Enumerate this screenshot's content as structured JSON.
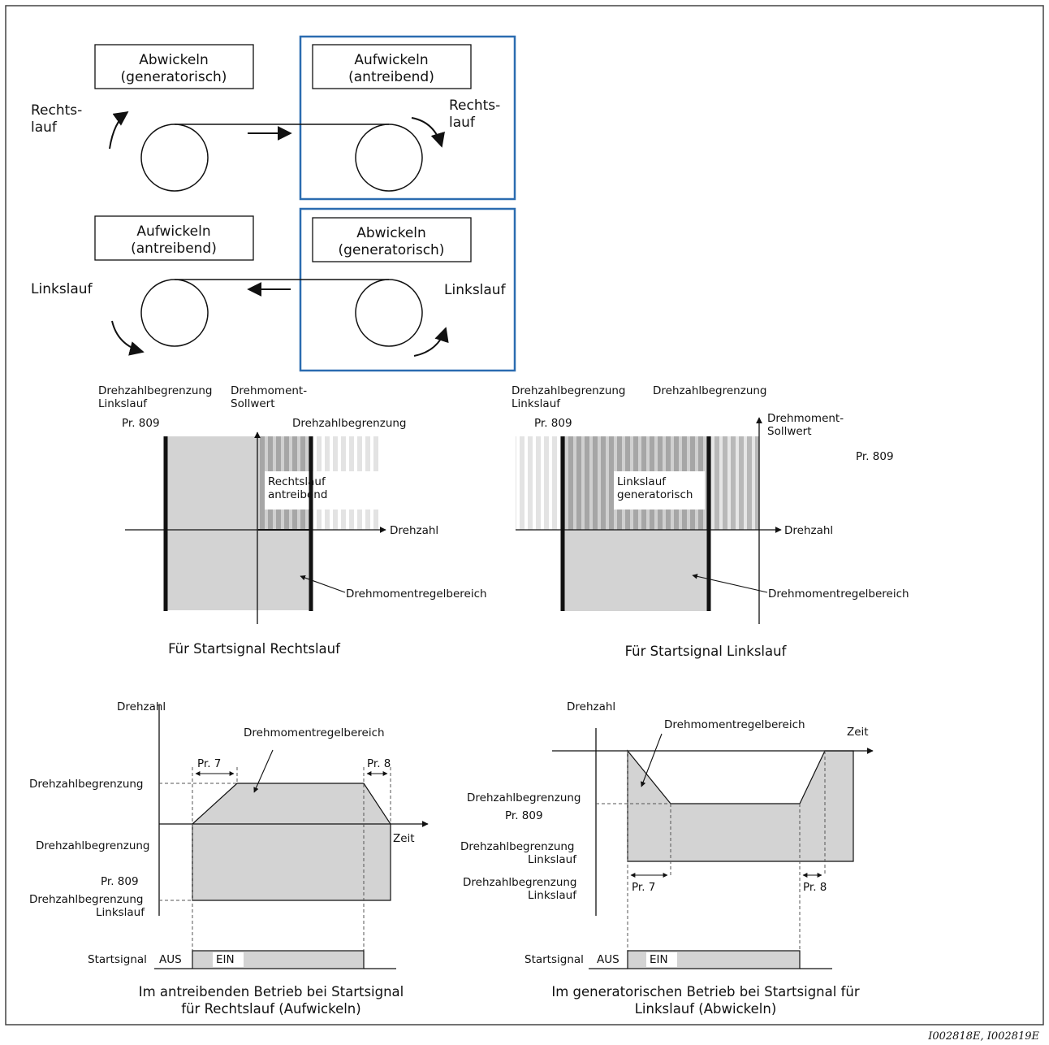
{
  "diagram_top": {
    "row1": {
      "left_box": [
        "Abwickeln",
        "(generatorisch)"
      ],
      "right_box": [
        "Aufwickeln",
        "(antreibend)"
      ],
      "left_rotation": [
        "Rechts-",
        "lauf"
      ],
      "right_rotation": [
        "Rechts-",
        "lauf"
      ]
    },
    "row2": {
      "left_box": [
        "Aufwickeln",
        "(antreibend)"
      ],
      "right_box": [
        "Abwickeln",
        "(generatorisch)"
      ],
      "left_rotation": "Linkslauf",
      "right_rotation": "Linkslauf"
    }
  },
  "chart_forward": {
    "label_limit_ccw": [
      "Drehzahlbegrenzung",
      "Linkslauf"
    ],
    "label_torque": [
      "Drehmoment-",
      "Sollwert"
    ],
    "label_pr809": "Pr. 809",
    "label_limit": "Drehzahlbegrenzung",
    "region_label": [
      "Rechtslauf",
      "antreibend"
    ],
    "axis_x": "Drehzahl",
    "region_control": "Drehmomentregelbereich",
    "caption": "Für Startsignal Rechtslauf"
  },
  "chart_reverse": {
    "label_limit_ccw": [
      "Drehzahlbegrenzung",
      "Linkslauf"
    ],
    "label_limit": "Drehzahlbegrenzung",
    "label_pr809_left": "Pr. 809",
    "label_torque": [
      "Drehmoment-",
      "Sollwert"
    ],
    "label_pr809_right": "Pr. 809",
    "region_label": [
      "Linkslauf",
      "generatorisch"
    ],
    "axis_x": "Drehzahl",
    "region_control": "Drehmomentregelbereich",
    "caption": "Für Startsignal Linkslauf"
  },
  "time_forward": {
    "axis_y": "Drehzahl",
    "region": "Drehmomentregelbereich",
    "pr7": "Pr. 7",
    "pr8": "Pr. 8",
    "limit": "Drehzahlbegrenzung",
    "axis_x": "Zeit",
    "limit2": "Drehzahlbegrenzung",
    "pr809": "Pr. 809",
    "limit_ccw": [
      "Drehzahlbegrenzung",
      "Linkslauf"
    ],
    "start_label": "Startsignal",
    "off": "AUS",
    "on": "EIN",
    "caption": [
      "Im antreibenden Betrieb bei Startsignal",
      "für Rechtslauf (Aufwickeln)"
    ]
  },
  "time_reverse": {
    "axis_y": "Drehzahl",
    "region": "Drehmomentregelbereich",
    "axis_x": "Zeit",
    "limit": "Drehzahlbegrenzung",
    "pr809": "Pr. 809",
    "limit_ccw1": [
      "Drehzahlbegrenzung",
      "Linkslauf"
    ],
    "limit_ccw2": [
      "Drehzahlbegrenzung",
      "Linkslauf"
    ],
    "pr7": "Pr. 7",
    "pr8": "Pr. 8",
    "start_label": "Startsignal",
    "off": "AUS",
    "on": "EIN",
    "caption": [
      "Im generatorischen Betrieb bei Startsignal für",
      "Linkslauf (Abwickeln)"
    ]
  },
  "figure_ref": "I002818E, I002819E",
  "colors": {
    "highlight_box": "#2b6cb0",
    "region_fill": "#d3d3d3",
    "stripe_light": "#e6e6e6",
    "stripe_dark": "#a9a9a9"
  }
}
